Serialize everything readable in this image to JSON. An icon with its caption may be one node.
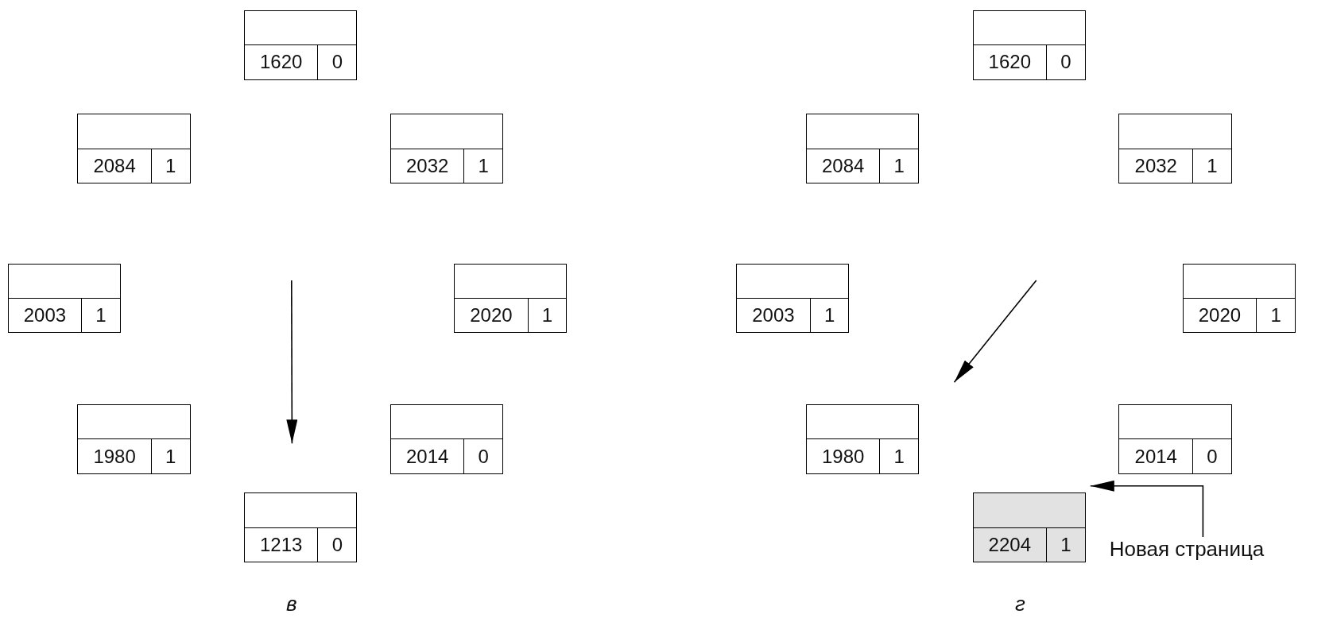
{
  "diagram": {
    "nodes": [
      {
        "text": [
          "1620",
          "0"
        ]
      },
      {
        "text": [
          "2084",
          "1"
        ]
      },
      {
        "text": [
          "2032",
          "1"
        ]
      },
      {
        "text": [
          "2003",
          "1"
        ]
      },
      {
        "text": [
          "2020",
          "1"
        ]
      },
      {
        "text": [
          "1980",
          "1"
        ]
      },
      {
        "text": [
          "2014",
          "0"
        ]
      },
      {
        "text": [
          "1213",
          "0"
        ]
      },
      {
        "text": [
          "1620",
          "0"
        ]
      },
      {
        "text": [
          "2084",
          "1"
        ]
      },
      {
        "text": [
          "2032",
          "1"
        ]
      },
      {
        "text": [
          "2003",
          "1"
        ]
      },
      {
        "text": [
          "2020",
          "1"
        ]
      },
      {
        "text": [
          "1980",
          "1"
        ]
      },
      {
        "text": [
          "2014",
          "0"
        ]
      },
      {
        "text": [
          "2204",
          "1"
        ]
      },
      {
        "text": [
          "Новая страница"
        ]
      }
    ],
    "edges": [
      {
        "from": null,
        "to": 7,
        "arrow": "to"
      },
      {
        "from": null,
        "to": 13,
        "arrow": "to"
      },
      {
        "from": 16,
        "to": 15,
        "arrow": "to"
      }
    ],
    "labels": [
      "в",
      "г"
    ]
  }
}
